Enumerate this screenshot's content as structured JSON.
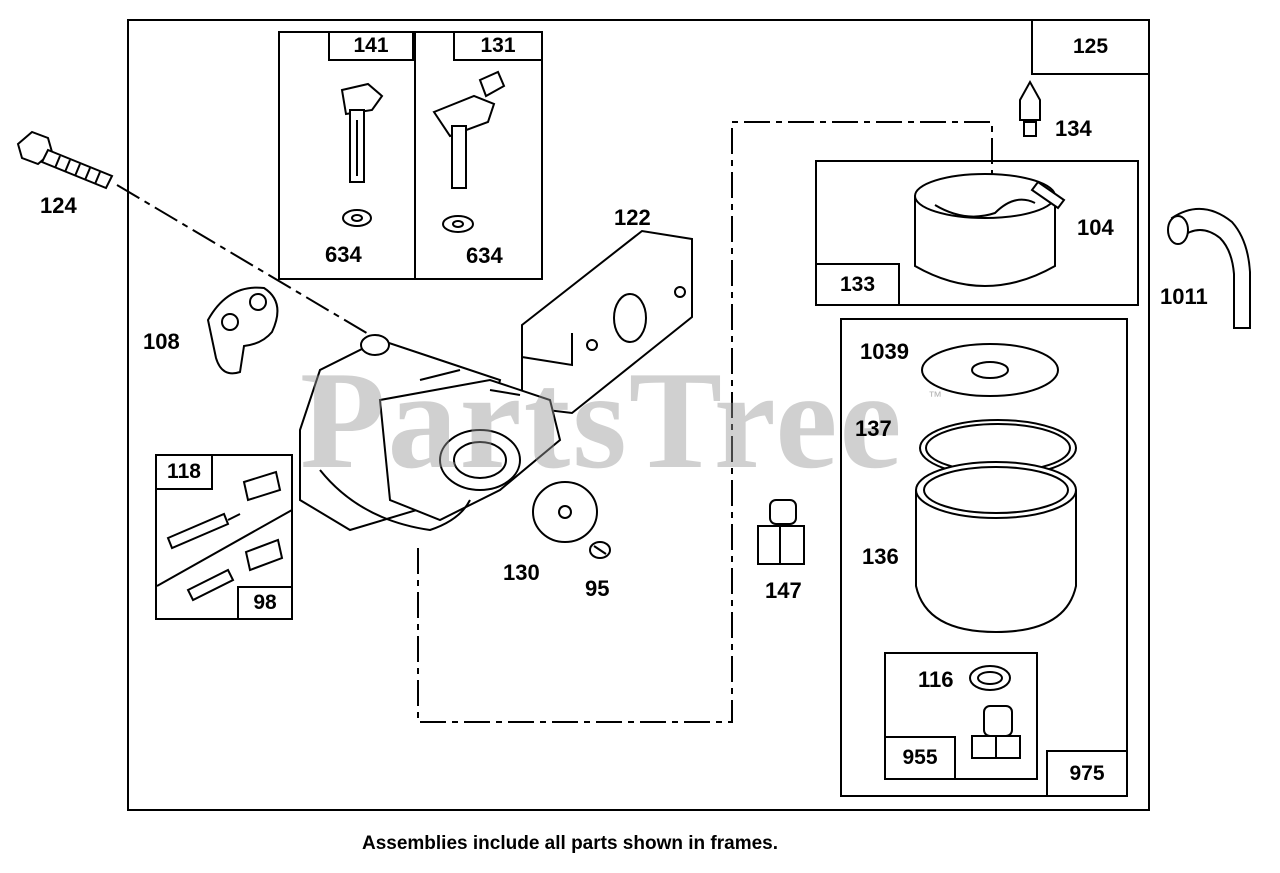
{
  "watermark": "PartsTree",
  "trademark": "™",
  "caption": "Assemblies include all parts shown in frames.",
  "frame_labels": {
    "f141": "141",
    "f131": "131",
    "f125": "125",
    "f133": "133",
    "f118": "118",
    "f98": "98",
    "f975": "975",
    "f955": "955"
  },
  "part_labels": {
    "p124": "124",
    "p634a": "634",
    "p634b": "634",
    "p122": "122",
    "p134": "134",
    "p104": "104",
    "p1011": "1011",
    "p108": "108",
    "p1039": "1039",
    "p137": "137",
    "p136": "136",
    "p130": "130",
    "p95": "95",
    "p147": "147",
    "p116": "116"
  }
}
